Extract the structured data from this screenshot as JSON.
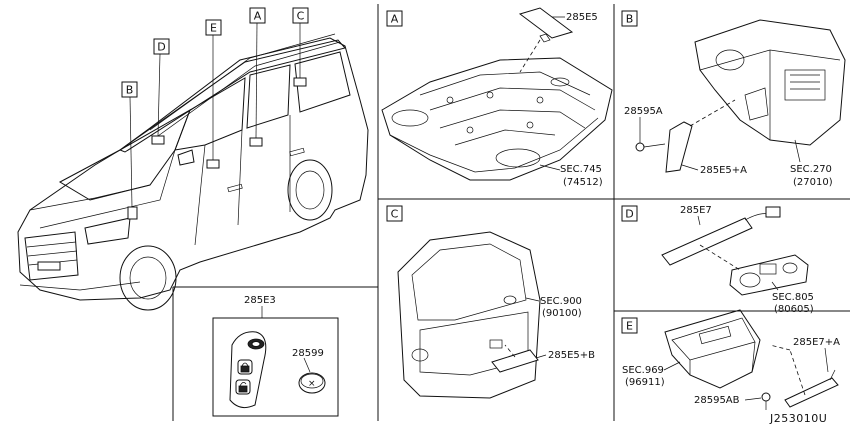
{
  "boxes": {
    "A": "A",
    "B": "B",
    "C": "C",
    "D": "D",
    "E": "E"
  },
  "car_callouts": [
    "B",
    "D",
    "E",
    "A",
    "C"
  ],
  "parts": {
    "key": "285E3",
    "battery": "28599",
    "A_antenna": "285E5",
    "A_sec": "SEC.745",
    "A_sec_code": "(74512)",
    "B_bolt": "28595A",
    "B_antenna": "285E5+A",
    "B_sec": "SEC.270",
    "B_sec_code": "(27010)",
    "C_sec": "SEC.900",
    "C_sec_code": "(90100)",
    "C_antenna": "285E5+B",
    "D_antenna": "285E7",
    "D_sec": "SEC.805",
    "D_sec_code": "(80605)",
    "E_antenna": "285E7+A",
    "E_sec": "SEC.969",
    "E_sec_code": "(96911)",
    "E_bolt": "28595AB"
  },
  "diagram_code": "J253010U"
}
